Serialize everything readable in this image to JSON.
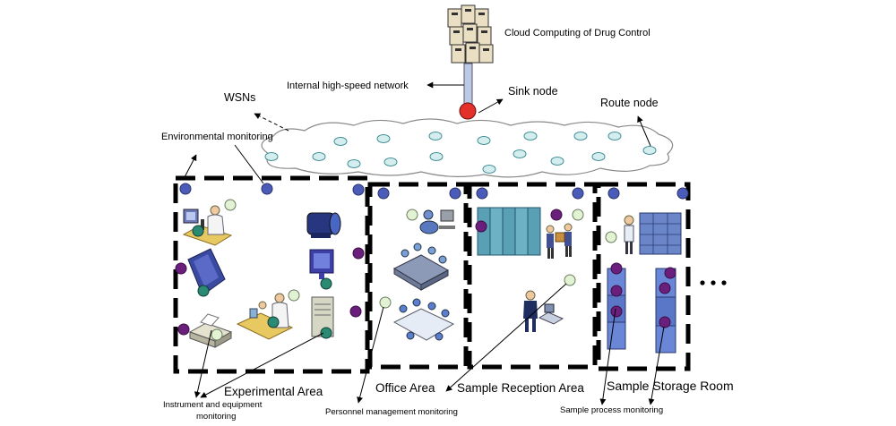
{
  "labels": {
    "cloud_computing": "Cloud Computing of Drug Control",
    "internal_network": "Internal high-speed network",
    "sink_node": "Sink node",
    "wsns": "WSNs",
    "route_node": "Route node",
    "environmental_monitoring": "Environmental monitoring",
    "instrument_monitoring_line1": "Instrument and equipment",
    "instrument_monitoring_line2": "monitoring",
    "personnel_monitoring": "Personnel management monitoring",
    "sample_process_monitoring": "Sample process monitoring"
  },
  "areas": [
    {
      "label": "Experimental Area"
    },
    {
      "label": "Office Area"
    },
    {
      "label": "Sample Reception Area"
    },
    {
      "label": "Sample Storage Room"
    }
  ],
  "colors": {
    "blue_node": "#4a5bb8",
    "purple_node": "#6b1f7d",
    "green_node": "#e2f3d3",
    "teal_node": "#2b8a74",
    "route_node": "#d4eef0",
    "sink_node": "#e3302a",
    "boundary": "#000000"
  }
}
